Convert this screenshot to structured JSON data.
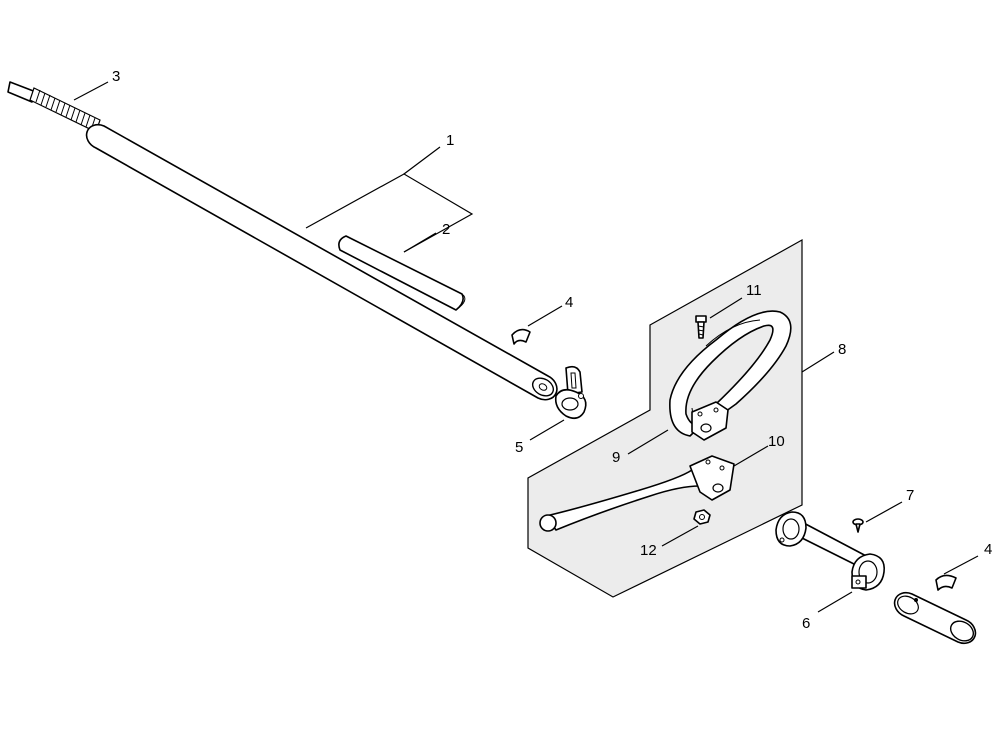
{
  "callouts": {
    "c1": "1",
    "c2": "2",
    "c3": "3",
    "c4a": "4",
    "c4b": "4",
    "c5": "5",
    "c6": "6",
    "c7": "7",
    "c8": "8",
    "c9": "9",
    "c10": "10",
    "c11": "11",
    "c12": "12"
  }
}
